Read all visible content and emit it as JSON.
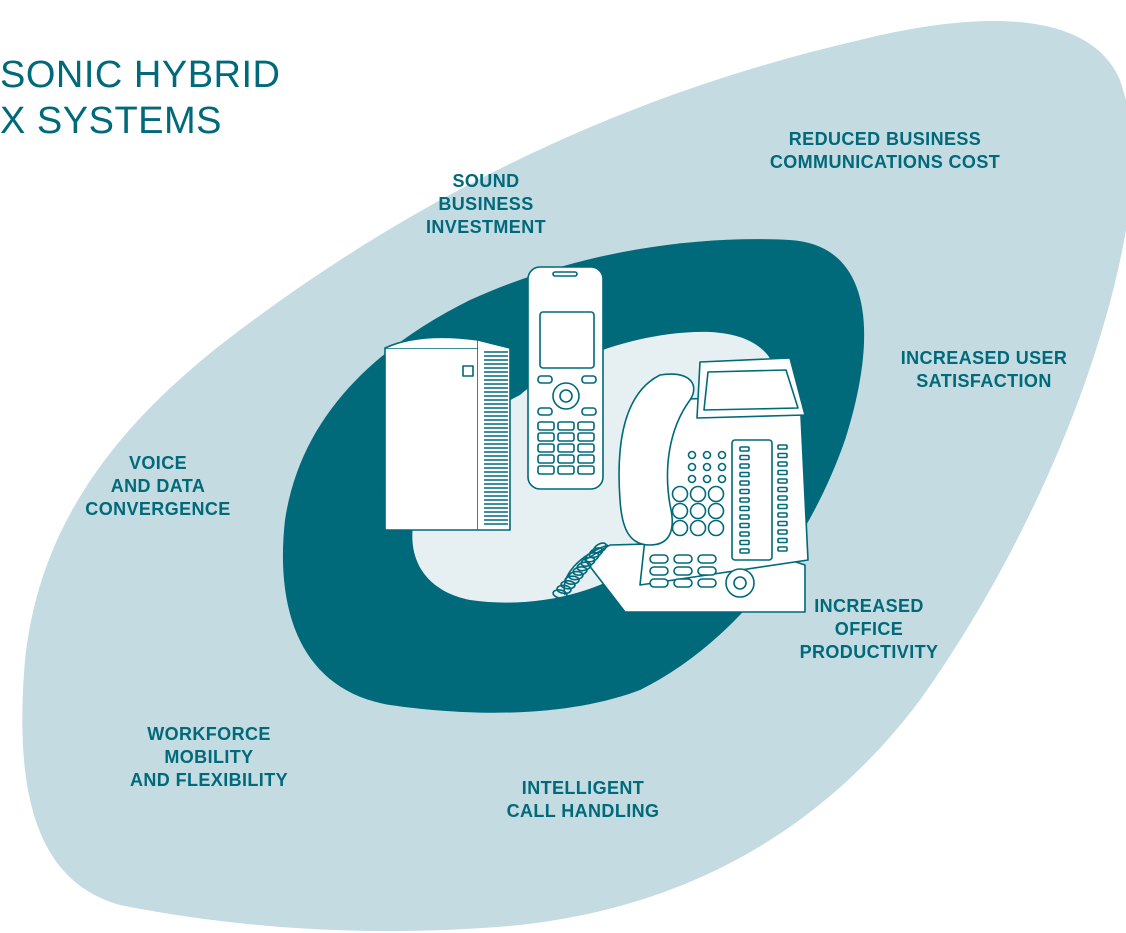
{
  "title": {
    "line1": "SONIC HYBRID",
    "line2": "X SYSTEMS"
  },
  "colors": {
    "outer_blob": "#c3dbe1",
    "inner_ring": "#00697a",
    "center": "#e6f0f2",
    "text": "#00697a",
    "device_stroke": "#00697a",
    "device_fill": "#ffffff"
  },
  "benefits": [
    {
      "id": "sound-business-investment",
      "lines": [
        "SOUND",
        "BUSINESS",
        "INVESTMENT"
      ]
    },
    {
      "id": "reduced-business-communications-cost",
      "lines": [
        "REDUCED BUSINESS",
        "COMMUNICATIONS COST"
      ]
    },
    {
      "id": "increased-user-satisfaction",
      "lines": [
        "INCREASED USER",
        "SATISFACTION"
      ]
    },
    {
      "id": "voice-and-data-convergence",
      "lines": [
        "VOICE",
        "AND DATA",
        "CONVERGENCE"
      ]
    },
    {
      "id": "increased-office-productivity",
      "lines": [
        "INCREASED",
        "OFFICE",
        "PRODUCTIVITY"
      ]
    },
    {
      "id": "workforce-mobility-and-flexibility",
      "lines": [
        "WORKFORCE",
        "MOBILITY",
        "AND FLEXIBILITY"
      ]
    },
    {
      "id": "intelligent-call-handling",
      "lines": [
        "INTELLIGENT",
        "CALL HANDLING"
      ]
    }
  ],
  "devices": {
    "left": "pbx-unit-icon",
    "middle": "dect-handset-icon",
    "right": "desk-phone-icon"
  }
}
